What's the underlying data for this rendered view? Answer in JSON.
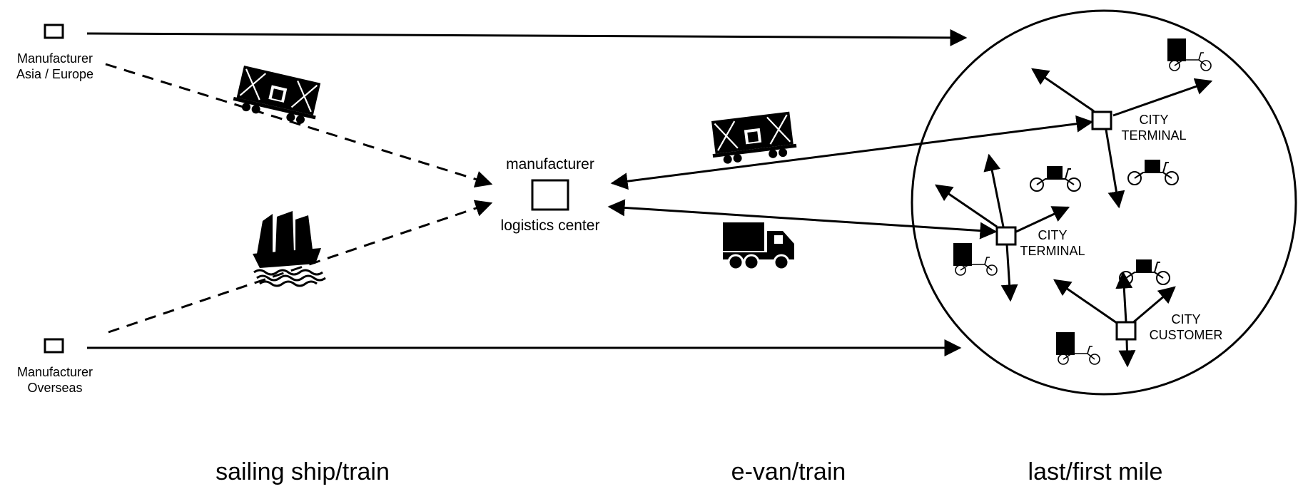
{
  "nodes": {
    "manufacturer_asia_europe": {
      "line1": "Manufacturer",
      "line2": "Asia / Europe"
    },
    "manufacturer_overseas": {
      "line1": "Manufacturer",
      "line2": "Overseas"
    },
    "logistics_center": {
      "top": "manufacturer",
      "bottom": "logistics center"
    },
    "city_terminal_1": {
      "line1": "CITY",
      "line2": "TERMINAL"
    },
    "city_terminal_2": {
      "line1": "CITY",
      "line2": "TERMINAL"
    },
    "city_customer": {
      "line1": "CITY",
      "line2": "CUSTOMER"
    }
  },
  "stages": {
    "first": "sailing ship/train",
    "second": "e-van/train",
    "third": "last/first mile"
  },
  "icons": [
    "freight-wagon-icon",
    "sailing-ship-icon",
    "delivery-truck-icon",
    "cargo-bike-icon"
  ],
  "colors": {
    "stroke": "#000000",
    "background": "#ffffff"
  }
}
